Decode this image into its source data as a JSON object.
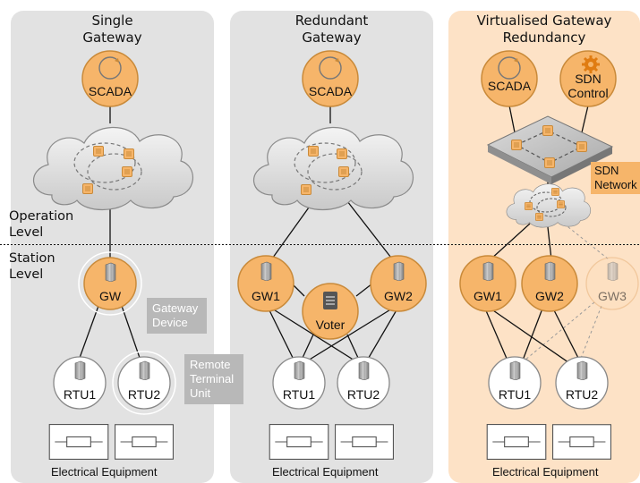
{
  "panels": [
    {
      "title_lines": [
        "Single",
        "Gateway"
      ],
      "equipment_label": "Electrical Equipment"
    },
    {
      "title_lines": [
        "Redundant",
        "Gateway"
      ],
      "equipment_label": "Electrical Equipment"
    },
    {
      "title_lines": [
        "Virtualised Gateway",
        "Redundancy"
      ],
      "equipment_label": "Electrical Equipment"
    }
  ],
  "levels": {
    "operation": [
      "Operation",
      "Level"
    ],
    "station": [
      "Station",
      "Level"
    ]
  },
  "nodes": {
    "scada": "SCADA",
    "sdn_control": [
      "SDN",
      "Control"
    ],
    "gw": "GW",
    "gw1": "GW1",
    "gw2": "GW2",
    "gw3": "GW3",
    "voter": "Voter",
    "rtu1": "RTU1",
    "rtu2": "RTU2"
  },
  "callouts": {
    "gateway_device": [
      "Gateway",
      "Device"
    ],
    "remote_terminal_unit": [
      "Remote",
      "Terminal",
      "Unit"
    ],
    "sdn_network": [
      "SDN",
      "Network"
    ]
  },
  "colors": {
    "panel_grey": "#e2e2e2",
    "panel_peach": "#fde2c6",
    "node_orange": "#f6b56a",
    "node_stroke": "#c98a3a",
    "callout_grey": "#b8b8b8"
  }
}
